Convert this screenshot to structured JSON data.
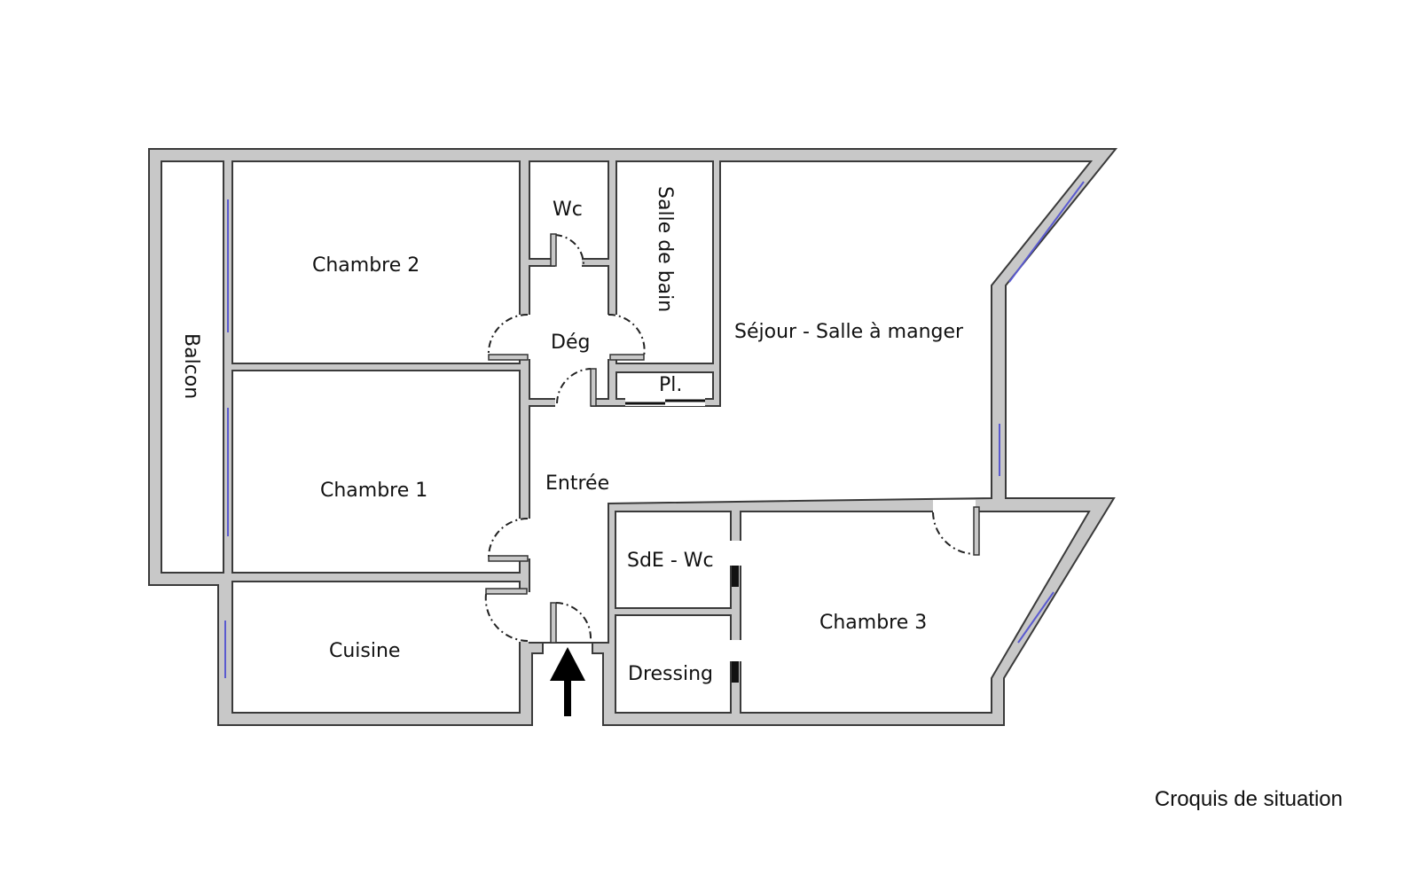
{
  "plan": {
    "rooms": {
      "balcon": "Balcon",
      "chambre2": "Chambre 2",
      "chambre1": "Chambre 1",
      "cuisine": "Cuisine",
      "wc": "Wc",
      "salle_de_bain": "Salle de bain",
      "deg": "Dég",
      "placard": "Pl.",
      "entree": "Entrée",
      "sejour": "Séjour - Salle à manger",
      "sde_wc": "SdE - Wc",
      "dressing": "Dressing",
      "chambre3": "Chambre 3"
    },
    "caption": "Croquis de situation"
  },
  "colors": {
    "wall": "#c8c8c8",
    "outline": "#3a3a3a",
    "window": "#5a5ad0"
  }
}
